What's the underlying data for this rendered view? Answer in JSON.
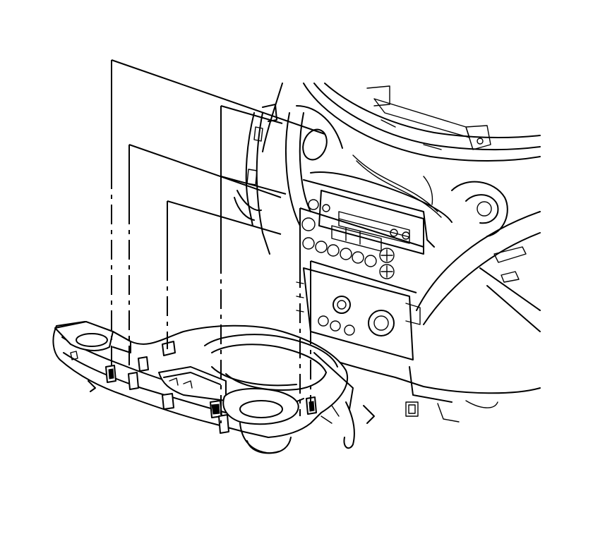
{
  "colors": {
    "line": "#000000",
    "background": "#ffffff"
  },
  "diagram": {
    "parts": [
      "instrument-panel-console",
      "radio-head-unit",
      "climate-control-panel",
      "lower-storage-tray",
      "cup-holders",
      "retaining-clips"
    ]
  }
}
